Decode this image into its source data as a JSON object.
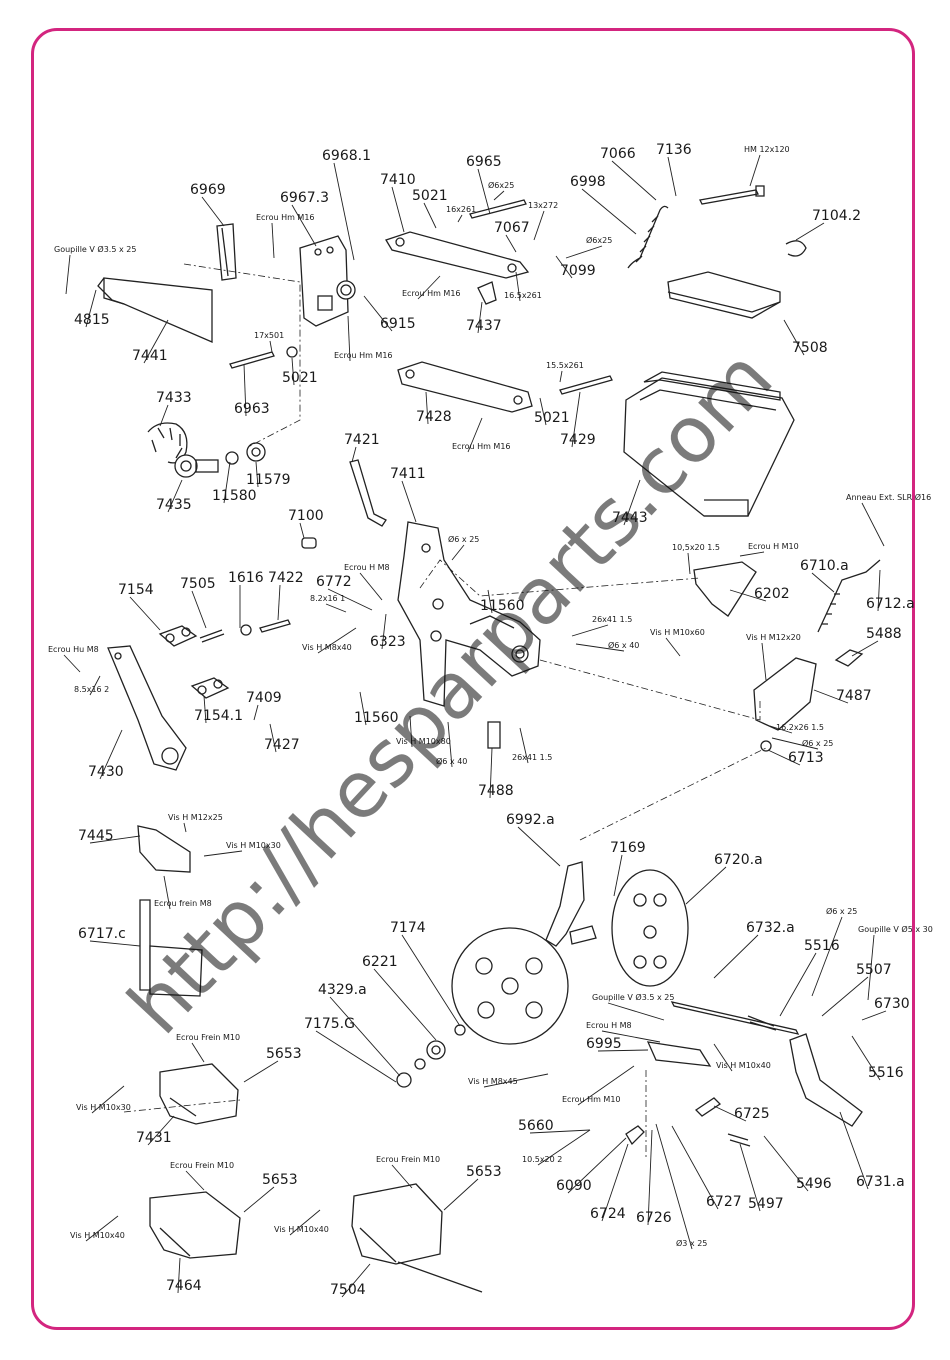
{
  "watermark": "http://hesparparts.com",
  "labels": [
    "6968.1",
    "6965",
    "7066",
    "7136",
    "6969",
    "6967.3",
    "7410",
    "5021",
    "6998",
    "Ecrou Hm M16",
    "16x261",
    "Ø6x25",
    "13x272",
    "7067",
    "Goupille V Ø3.5 x 25",
    "6915",
    "7099",
    "HM 12x120",
    "7104.2",
    "4815",
    "7441",
    "Ecrou Hm M16",
    "7437",
    "16.5x261",
    "Ø6x25",
    "17x501",
    "5021",
    "Ecrou Hm M16",
    "6963",
    "7508",
    "7433",
    "7428",
    "5021",
    "7429",
    "15.5x261",
    "Ecrou Hm M16",
    "11579",
    "11580",
    "7435",
    "7421",
    "7411",
    "7443",
    "7100",
    "Ø6 x 25",
    "Anneau Ext. SLR Ø16",
    "Ecrou H M8",
    "10,5x20 1.5",
    "Ecrou H M10",
    "7154",
    "7505",
    "1616",
    "7422",
    "6772",
    "8.2x16 1",
    "6202",
    "6710.a",
    "11560",
    "6712.a",
    "Ecrou Hu M8",
    "6323",
    "Vis H M8x40",
    "26x41 1.5",
    "Ø6 x 40",
    "Vis H M10x60",
    "Vis H M12x20",
    "5488",
    "8.5x16 2",
    "7409",
    "7154.1",
    "11560",
    "Vis H M10x80",
    "7487",
    "16.2x26 1.5",
    "Ø6 x 25",
    "7427",
    "7430",
    "Ø6 x 40",
    "7488",
    "26x41 1.5",
    "6713",
    "7445",
    "Vis H M12x25",
    "Vis H M10x30",
    "6992.a",
    "7169",
    "6720.a",
    "Ecrou frein M8",
    "6717.c",
    "7174",
    "6732.a",
    "Ø6 x 25",
    "5516",
    "Goupille V Ø5 x 30",
    "6221",
    "4329.a",
    "5507",
    "7175.G",
    "Goupille V Ø3.5 x 25",
    "6730",
    "Ecrou Frein M10",
    "5653",
    "Ecrou H M8",
    "6995",
    "5516",
    "Vis H M10x40",
    "Vis H M8x45",
    "Vis H M10x30",
    "7431",
    "Ecrou Hm M10",
    "6725",
    "5660",
    "10.5x20 2",
    "6090",
    "6724",
    "6726",
    "6727",
    "5497",
    "5496",
    "6731.a",
    "Ø3 x 25",
    "Ecrou Frein M10",
    "5653",
    "Ecrou Frein M10",
    "5653",
    "Vis H M10x40",
    "Vis H M10x40",
    "7464",
    "7504"
  ]
}
